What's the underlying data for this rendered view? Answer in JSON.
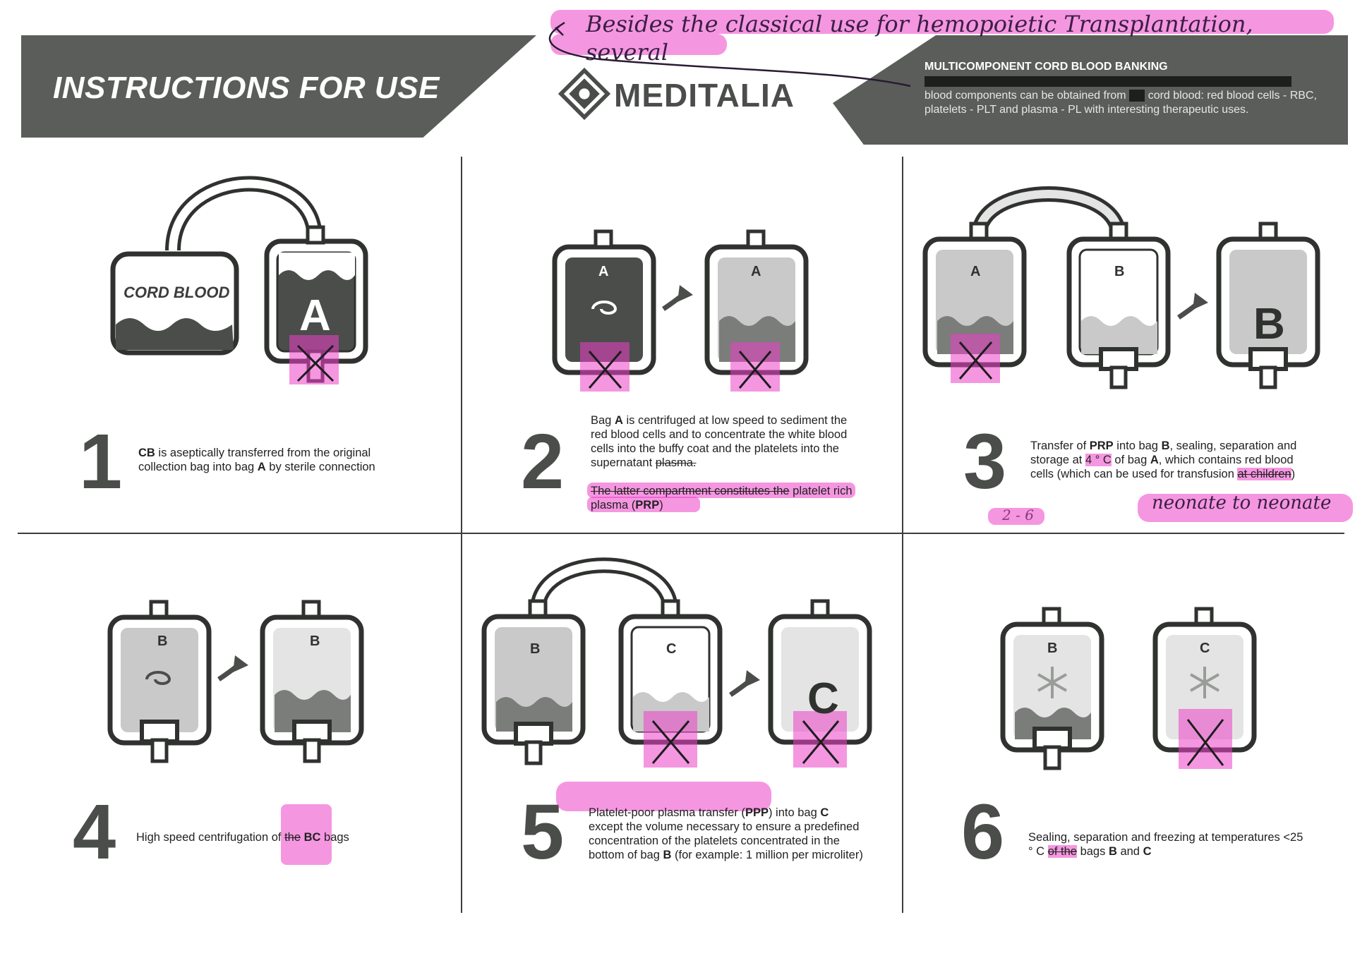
{
  "header": {
    "title": "INSTRUCTIONS FOR USE",
    "brand": "MEDITALIA",
    "section_title": "MULTICOMPONENT CORD BLOOD BANKING",
    "section_text_visible": "blood components can be obtained from",
    "section_text_rest": "cord blood: red blood cells - RBC, platelets - PLT and plasma - PL with interesting therapeutic uses.",
    "handwritten_note": "Besides the classical use for hemopoietic Transplantation, several"
  },
  "labels": {
    "cord_blood": "CORD BLOOD",
    "bag_a": "A",
    "bag_b": "B",
    "bag_c": "C"
  },
  "steps": [
    {
      "number": "1",
      "text_pre": "CB",
      "text_mid": " is aseptically transferred from the original collection bag into bag ",
      "text_bag": "A",
      "text_post": " by sterile connection"
    },
    {
      "number": "2",
      "p1_a": "Bag ",
      "p1_bag": "A",
      "p1_b": " is centrifuged at low speed to sediment the red blood cells and to concentrate the white blood cells into the buffy coat and the platelets into the supernatant ",
      "p1_struck": "plasma.",
      "p2_struck": "The latter compartment constitutes the",
      "p2_rest": " platelet rich plasma (",
      "p2_bold": "PRP",
      "p2_end": ")"
    },
    {
      "number": "3",
      "a": "Transfer of ",
      "prp": "PRP",
      "b": " into bag ",
      "bag_b": "B",
      "c": ", sealing, separation and storage at ",
      "temp": "4 ° C",
      "d": " of bag ",
      "bag_a": "A",
      "e": ", which contains red blood cells (which can be used for transfusion ",
      "struck": "at children",
      "f": ")",
      "hand1": "2 - 6",
      "hand2": "neonate to neonate"
    },
    {
      "number": "4",
      "a": "High speed centrifugation of ",
      "struck": "the",
      "bold": "BC",
      "b": " bags"
    },
    {
      "number": "5",
      "a": "Platelet-poor plasma transfer (",
      "ppp": "PPP",
      "b": ") into bag ",
      "bag_c": "C",
      "c": " except the volume necessary to ensure a predefined concentration of the platelets concentrated in the bottom of bag ",
      "bag_b": "B",
      "d": " (for example: 1 million per microliter)"
    },
    {
      "number": "6",
      "a": "Sealing, separation and freezing at temperatures <25 ° C ",
      "struck": "of the",
      "b": " bags ",
      "bag_b": "B",
      "c": " and ",
      "bag_c": "C"
    }
  ]
}
